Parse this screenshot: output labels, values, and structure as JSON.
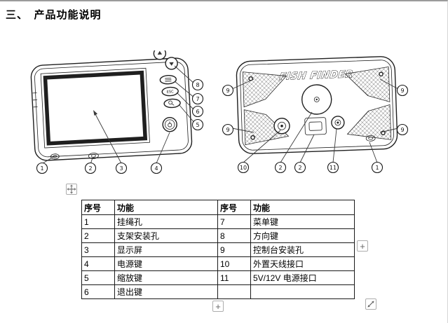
{
  "page": {
    "title": "三、　产品功能说明"
  },
  "diagrams": {
    "front": {
      "esc_label": "ESC",
      "side_callouts": [
        "8",
        "7",
        "6",
        "5"
      ],
      "bottom_callouts": [
        "1",
        "2",
        "3",
        "4"
      ]
    },
    "back": {
      "logo": "FISH FINDER",
      "left_callouts": [
        "9",
        "9"
      ],
      "right_callouts": [
        "9",
        "9"
      ],
      "bottom_callouts": [
        "10",
        "2",
        "2",
        "11",
        "1"
      ]
    }
  },
  "table": {
    "headers": [
      "序号",
      "功能",
      "序号",
      "功能"
    ],
    "rows": [
      [
        "1",
        "挂绳孔",
        "7",
        "菜单键"
      ],
      [
        "2",
        "支架安装孔",
        "8",
        "方向键"
      ],
      [
        "3",
        "显示屏",
        "9",
        "控制台安装孔"
      ],
      [
        "4",
        "电源键",
        "10",
        "外置天线接口"
      ],
      [
        "5",
        "缩放键",
        "11",
        "5V/12V 电源接口"
      ],
      [
        "6",
        "退出键",
        "",
        ""
      ]
    ]
  },
  "handles": {
    "add_column_label": "+",
    "add_row_label": "+"
  }
}
